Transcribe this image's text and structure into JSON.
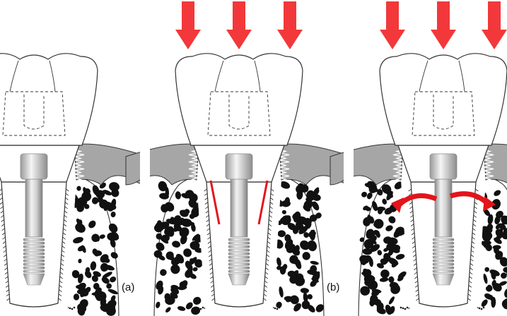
{
  "figure": {
    "panels": [
      {
        "id": "a",
        "label": "(a)",
        "arrows": "none",
        "indicator": "none"
      },
      {
        "id": "b",
        "label": "(b)",
        "arrows": "vertical-load",
        "indicator": "red-interface-lines"
      },
      {
        "id": "c",
        "label": "",
        "arrows": "vertical-load",
        "indicator": "red-curved-arrows"
      }
    ],
    "colors": {
      "load_arrow": "#f2383a",
      "indicator": "#e3141b",
      "bone_particle": "#111111",
      "gingiva": "#a6a6a6",
      "metal_light": "#e6e6e6",
      "metal_dark": "#8a8a8a",
      "outline": "#333333"
    }
  }
}
